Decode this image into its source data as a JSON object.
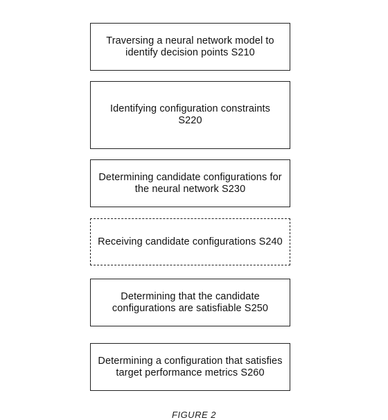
{
  "diagram": {
    "steps": [
      {
        "label": "Traversing a neural network model to identify decision points S210",
        "border": "solid"
      },
      {
        "label": "Identifying configuration constraints S220",
        "border": "solid"
      },
      {
        "label": "Determining candidate configurations for the neural network S230",
        "border": "solid"
      },
      {
        "label": "Receiving candidate configurations S240",
        "border": "dashed"
      },
      {
        "label": "Determining that the candidate configurations are satisfiable S250",
        "border": "solid"
      },
      {
        "label": "Determining a configuration that satisfies target performance metrics S260",
        "border": "solid"
      }
    ],
    "caption": "FIGURE 2"
  },
  "colors": {
    "background": "#ffffff",
    "border": "#222222",
    "text": "#111111"
  }
}
